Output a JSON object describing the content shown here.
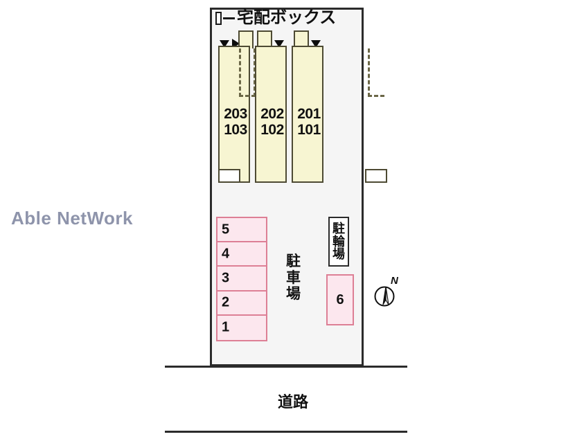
{
  "watermark": {
    "text": "Able NetWork",
    "color": "#8e94ab"
  },
  "site_plan": {
    "delivery_box": {
      "icon": "delivery-box-icon",
      "label": "宅配ボックス"
    },
    "building": {
      "units": [
        {
          "id": "u203",
          "upper": "203",
          "lower": "103"
        },
        {
          "id": "u202",
          "upper": "202",
          "lower": "102"
        },
        {
          "id": "u201",
          "upper": "201",
          "lower": "101"
        }
      ],
      "entrance_arrows": [
        {
          "group": 1,
          "glyphs": [
            "down",
            "right"
          ]
        },
        {
          "group": 2,
          "glyphs": [
            "left",
            "down"
          ]
        },
        {
          "group": 3,
          "glyphs": [
            "left",
            "down"
          ]
        }
      ]
    },
    "parking": {
      "label": "駐車場",
      "label_chars": [
        "駐",
        "車",
        "場"
      ],
      "stalls": [
        "5",
        "4",
        "3",
        "2",
        "1"
      ],
      "extra_stall": "6",
      "fill_color": "#fce7ee",
      "border_color": "#dd7f95"
    },
    "bicycle_parking": {
      "label": "駐輪場",
      "label_chars": [
        "駐",
        "輪",
        "場"
      ]
    },
    "compass": {
      "icon": "compass-north-icon",
      "north_label": "N"
    },
    "road": {
      "label": "道路"
    },
    "colors": {
      "building_fill": "#f7f5d2",
      "building_stroke": "#4d4a33",
      "site_fill": "#f5f5f5",
      "site_stroke": "#2b2b2b"
    }
  }
}
